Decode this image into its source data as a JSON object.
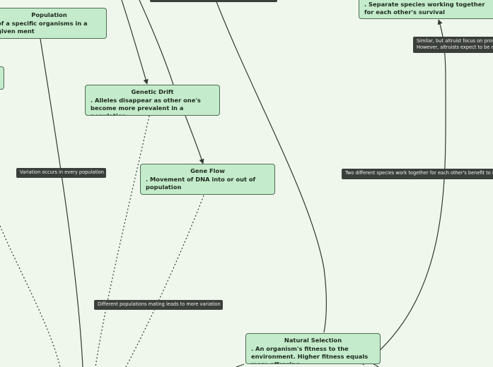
{
  "nodes": {
    "population": {
      "title": "Population",
      "desc": "of a specific organisms in a given ment"
    },
    "genetic_drift": {
      "title": "Genetic Drift",
      "desc": ". Alleles disappear as other one's become more prevalent in a population"
    },
    "gene_flow": {
      "title": "Gene Flow",
      "desc": ". Movement of DNA into or out of population"
    },
    "natural_selection": {
      "title": "Natural Selection",
      "desc": ". An organism's fitness to the environment. Higher fitness equals more offspring."
    },
    "mutualism": {
      "desc": ". Separate species working together for each other's survival"
    }
  },
  "labels": {
    "variation": "Variation occurs in every population",
    "different_populations": "Different populations mating leads to more variation",
    "two_species": "Two different species work together for each other's benefit to i",
    "altruist_line1": "Similar, but altruist focus on prov",
    "altruist_line2": "However, altruists expect to be re"
  },
  "colors": {
    "background": "#eff7ec",
    "node_fill": "#c4ebcb",
    "node_border": "#4f6b55",
    "label_fill": "#3b3f3b",
    "connector": "#2f3a30"
  }
}
